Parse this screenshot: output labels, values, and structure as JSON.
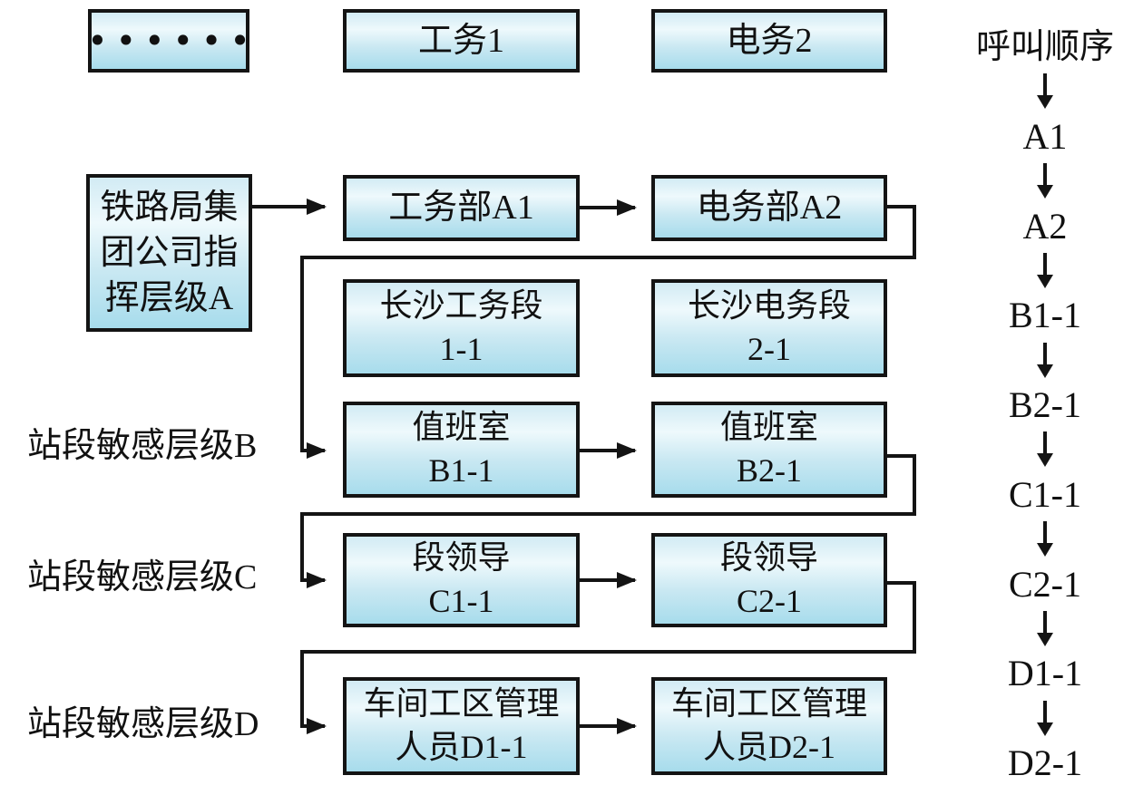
{
  "boxes": {
    "ellipsis": "••••••",
    "works_1": "工务1",
    "telecom_2": "电务2",
    "hq_level_a": "铁路局集\n团公司指\n挥层级A",
    "works_dept_a1": "工务部A1",
    "telecom_dept_a2": "电务部A2",
    "changsha_works_section": "长沙工务段\n1-1",
    "changsha_telecom_section": "长沙电务段\n2-1",
    "duty_room_b1_1": "值班室\nB1-1",
    "duty_room_b2_1": "值班室\nB2-1",
    "section_leader_c1_1": "段领导\nC1-1",
    "section_leader_c2_1": "段领导\nC2-1",
    "workshop_manager_d1_1": "车间工区管理\n人员D1-1",
    "workshop_manager_d2_1": "车间工区管理\n人员D2-1"
  },
  "level_labels": {
    "b": "站段敏感层级B",
    "c": "站段敏感层级C",
    "d": "站段敏感层级D"
  },
  "call_sequence": {
    "title": "呼叫顺序",
    "steps": [
      "A1",
      "A2",
      "B1-1",
      "B2-1",
      "C1-1",
      "C2-1",
      "D1-1",
      "D2-1"
    ]
  },
  "colors": {
    "box_border": "#141414",
    "box_fill_top": "#d2ebf4",
    "box_fill_bottom": "#a7dcec",
    "line": "#141414",
    "background": "#ffffff"
  }
}
